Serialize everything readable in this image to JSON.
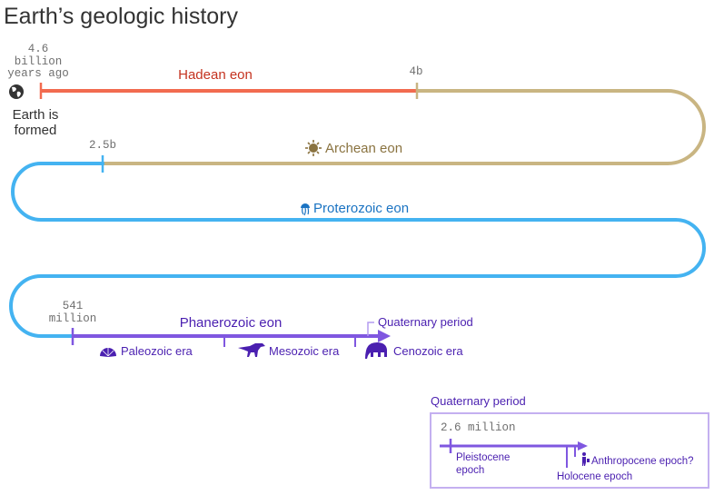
{
  "title": "Earth’s geologic history",
  "colors": {
    "hadean": "#f26b4f",
    "hadean_text": "#c4321f",
    "archean": "#c9b582",
    "archean_text": "#8a7340",
    "proterozoic": "#44b3f1",
    "proterozoic_text": "#1a73c2",
    "phanerozoic": "#7f57e0",
    "phanerozoic_text": "#4a1fb0",
    "dark": "#333333",
    "gray": "#6f6f6f",
    "box_border": "#c4b0f0"
  },
  "markers": {
    "start_line1": "4.6",
    "start_line2": "billion",
    "start_line3": "years ago",
    "four_b": "4b",
    "two_five_b": "2.5b",
    "m541_line1": "541",
    "m541_line2": "million"
  },
  "earth_formed": {
    "line1": "Earth is",
    "line2": "formed",
    "icon": "globe-icon"
  },
  "eons": {
    "hadean": "Hadean eon",
    "archean": "Archean eon",
    "proterozoic": "Proterozoic eon",
    "phanerozoic": "Phanerozoic eon"
  },
  "eras": {
    "paleozoic": "Paleozoic era",
    "mesozoic": "Mesozoic era",
    "cenozoic": "Cenozoic era",
    "quaternary": "Quaternary period"
  },
  "inset": {
    "title": "Quaternary period",
    "start": "2.6 million",
    "pleistocene_line1": "Pleistocene",
    "pleistocene_line2": "epoch",
    "holocene": "Holocene epoch",
    "anthropocene": "Anthropocene epoch?"
  }
}
